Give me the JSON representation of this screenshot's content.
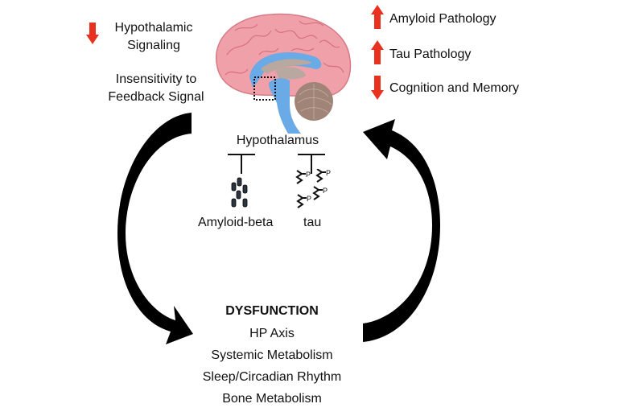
{
  "colors": {
    "indicator_arrow": "#e8321f",
    "cycle_arrow": "#000000",
    "brain_cortex": "#f0a0a8",
    "brain_ventricle": "#6aaae6",
    "brain_gray": "#b8a8a0",
    "cerebellum": "#a08478"
  },
  "left_annotations": {
    "hypothalamic_signaling": {
      "direction": "down",
      "line1": "Hypothalamic",
      "line2": "Signaling"
    },
    "insensitivity": {
      "line1": "Insensitivity to",
      "line2": "Feedback Signal"
    }
  },
  "right_annotations": [
    {
      "direction": "up",
      "label": "Amyloid Pathology"
    },
    {
      "direction": "up",
      "label": "Tau Pathology"
    },
    {
      "direction": "down",
      "label": "Cognition and Memory"
    }
  ],
  "center": {
    "hypothalamus_label": "Hypothalamus",
    "amyloid_label": "Amyloid-beta",
    "tau_label": "tau",
    "phospho_label": "P"
  },
  "dysfunction": {
    "title": "DYSFUNCTION",
    "items": [
      "HP Axis",
      "Systemic Metabolism",
      "Sleep/Circadian Rhythm",
      "Bone Metabolism"
    ]
  }
}
